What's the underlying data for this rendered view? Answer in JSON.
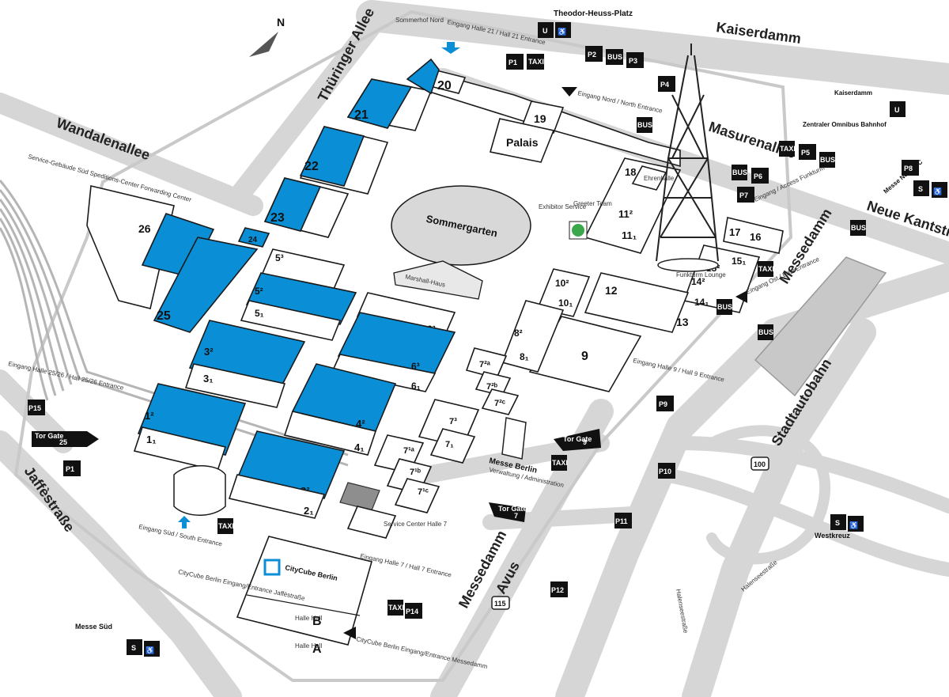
{
  "north": "N",
  "streets": {
    "kaiserdamm": "Kaiserdamm",
    "masurenallee": "Masurenallee",
    "neue_kantstrasse": "Neue Kantstraße",
    "messedamm_right": "Messedamm",
    "messedamm_bottom": "Messedamm",
    "thueringer_allee": "Thüringer Allee",
    "wandalenallee": "Wandalenallee",
    "jaffestrasse": "Jaffèstraße",
    "stadtautobahn": "Stadtautobahn",
    "avus": "Avus",
    "halenseestrasse_a": "Halenseestraße",
    "halenseestrasse_b": "Halenseestraße",
    "a100": "100",
    "a115": "115"
  },
  "places": {
    "sommergarten": "Sommergarten",
    "palais": "Palais",
    "marshall_haus": "Marshall-Haus",
    "citycube": "CityCube Berlin",
    "messe_berlin": "Messe Berlin",
    "messe_berlin_sub": "Verwaltung / Administration",
    "service_center": "Service Center Halle 7",
    "service_gebaeude": "Service-Gebäude Süd Speditions-Center Forwarding Center",
    "sommerhof": "Sommerhof Nord",
    "theodor_heuss": "Theodor-Heuss-Platz",
    "kaiserdamm_station": "Kaiserdamm",
    "zob": "Zentraler Omnibus Bahnhof",
    "messe_nord": "Messe Nord/ICC",
    "messe_sued": "Messe Süd",
    "westkreuz": "Westkreuz",
    "ehrenhalle": "Ehrenhalle",
    "funkturm_lounge": "Funkturm Lounge",
    "info": "Exhibitor Service",
    "greeters": "Greeter Team"
  },
  "entrances": {
    "halle21": "Eingang Halle 21 / Hall 21 Entrance",
    "nord": "Eingang Nord / North Entrance",
    "funkturm": "Eingang / Access Funkturm",
    "ost": "Eingang Ost / East Entrance",
    "halle9": "Eingang Halle 9 / Hall 9 Entrance",
    "halle2526": "Eingang Halle 25/26 / Hall 25/26 Entrance",
    "sued": "Eingang Süd / South Entrance",
    "citycube_jaffe": "CityCube Berlin Eingang/Entrance Jaffèstraße",
    "citycube_messedamm": "CityCube Berlin Eingang/Entrance Messedamm",
    "halle7": "Eingang Halle 7 / Hall 7 Entrance"
  },
  "gates": {
    "tor25_label": "Tor Gate",
    "tor25_num": "25",
    "tor9_label": "Tor Gate",
    "tor9_num": "9",
    "tor7_label": "Tor Gate",
    "tor7_num": "7"
  },
  "halls": {
    "h20": "20",
    "h19": "19",
    "h18": "18",
    "h11_2": "11²",
    "h11_1": "11₁",
    "h17": "17",
    "h16": "16",
    "h15_2": "15²",
    "h15_1": "15₁",
    "h14_2": "14²",
    "h14_1": "14₁",
    "h12": "12",
    "h13": "13",
    "h10_2": "10²",
    "h10_1": "10₁",
    "h9": "9",
    "h8_2": "8²",
    "h8_1": "8₁",
    "h7_2a": "7²ᵃ",
    "h7_2b": "7²ᵇ",
    "h7_2c": "7²ᶜ",
    "h7_3": "7³",
    "h7_1": "7₁",
    "h7_1a": "7¹ᵃ",
    "h7_1b": "7¹ᵇ",
    "h7_1c": "7¹ᶜ",
    "h21": "21",
    "h22": "22",
    "h23": "23",
    "h24": "24",
    "h25": "25",
    "h26": "26",
    "h5_2": "5²",
    "h5_3": "5³",
    "h5_1": "5₁",
    "h6_2": "6²",
    "h6_3": "6³",
    "h6_1": "6₁",
    "h4_2": "4²",
    "h4_1": "4₁",
    "h3_2": "3²",
    "h3_1": "3₁",
    "h2_2": "2²",
    "h2_1": "2₁",
    "h1_2": "1²",
    "h1_1": "1₁",
    "citycube_b": "B",
    "citycube_a": "A",
    "halle_b": "Halle Hall",
    "halle_a": "Halle Hall"
  },
  "badges": {
    "u": "U",
    "s": "S",
    "wheelchair": "♿",
    "bus": "BUS",
    "taxi": "TAXI",
    "p1": "P1",
    "p2": "P2",
    "p3": "P3",
    "p4": "P4",
    "p5": "P5",
    "p6": "P6",
    "p7": "P7",
    "p8": "P8",
    "p9": "P9",
    "p10": "P10",
    "p11": "P11",
    "p12": "P12",
    "p14": "P14",
    "p15": "P15"
  },
  "colors": {
    "hall_highlight": "#0a8fd6",
    "road": "#d6d6d6",
    "ink": "#111111"
  }
}
